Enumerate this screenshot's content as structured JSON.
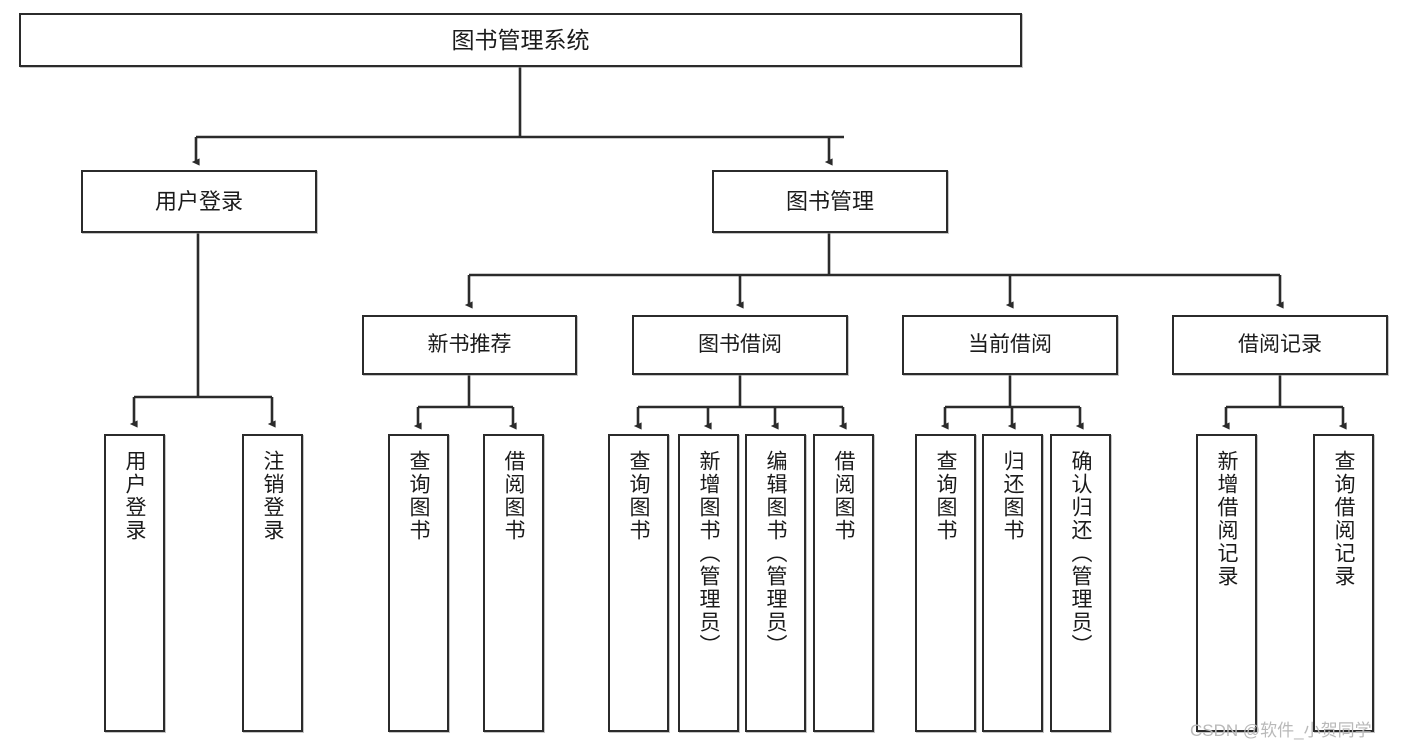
{
  "diagram": {
    "title": "图书管理系统",
    "watermark": "CSDN @软件_小贺同学",
    "line_color": "#2b2b2b",
    "box_fill": "#ffffff",
    "text_color": "#1b1b1b",
    "root": {
      "label": "图书管理系统"
    },
    "level2": [
      {
        "label": "用户登录"
      },
      {
        "label": "图书管理"
      }
    ],
    "level3": [
      {
        "label": "新书推荐"
      },
      {
        "label": "图书借阅"
      },
      {
        "label": "当前借阅"
      },
      {
        "label": "借阅记录"
      }
    ],
    "leaves": {
      "user_login": [
        {
          "label": "用户登录"
        },
        {
          "label": "注销登录"
        }
      ],
      "new_book_recommend": [
        {
          "label": "查询图书"
        },
        {
          "label": "借阅图书"
        }
      ],
      "book_borrow": [
        {
          "label": "查询图书"
        },
        {
          "label": "新增图书（管理员）"
        },
        {
          "label": "编辑图书（管理员）"
        },
        {
          "label": "借阅图书"
        }
      ],
      "current_borrow": [
        {
          "label": "查询图书"
        },
        {
          "label": "归还图书"
        },
        {
          "label": "确认归还（管理员）"
        }
      ],
      "borrow_record": [
        {
          "label": "新增借阅记录"
        },
        {
          "label": "查询借阅记录"
        }
      ]
    }
  }
}
